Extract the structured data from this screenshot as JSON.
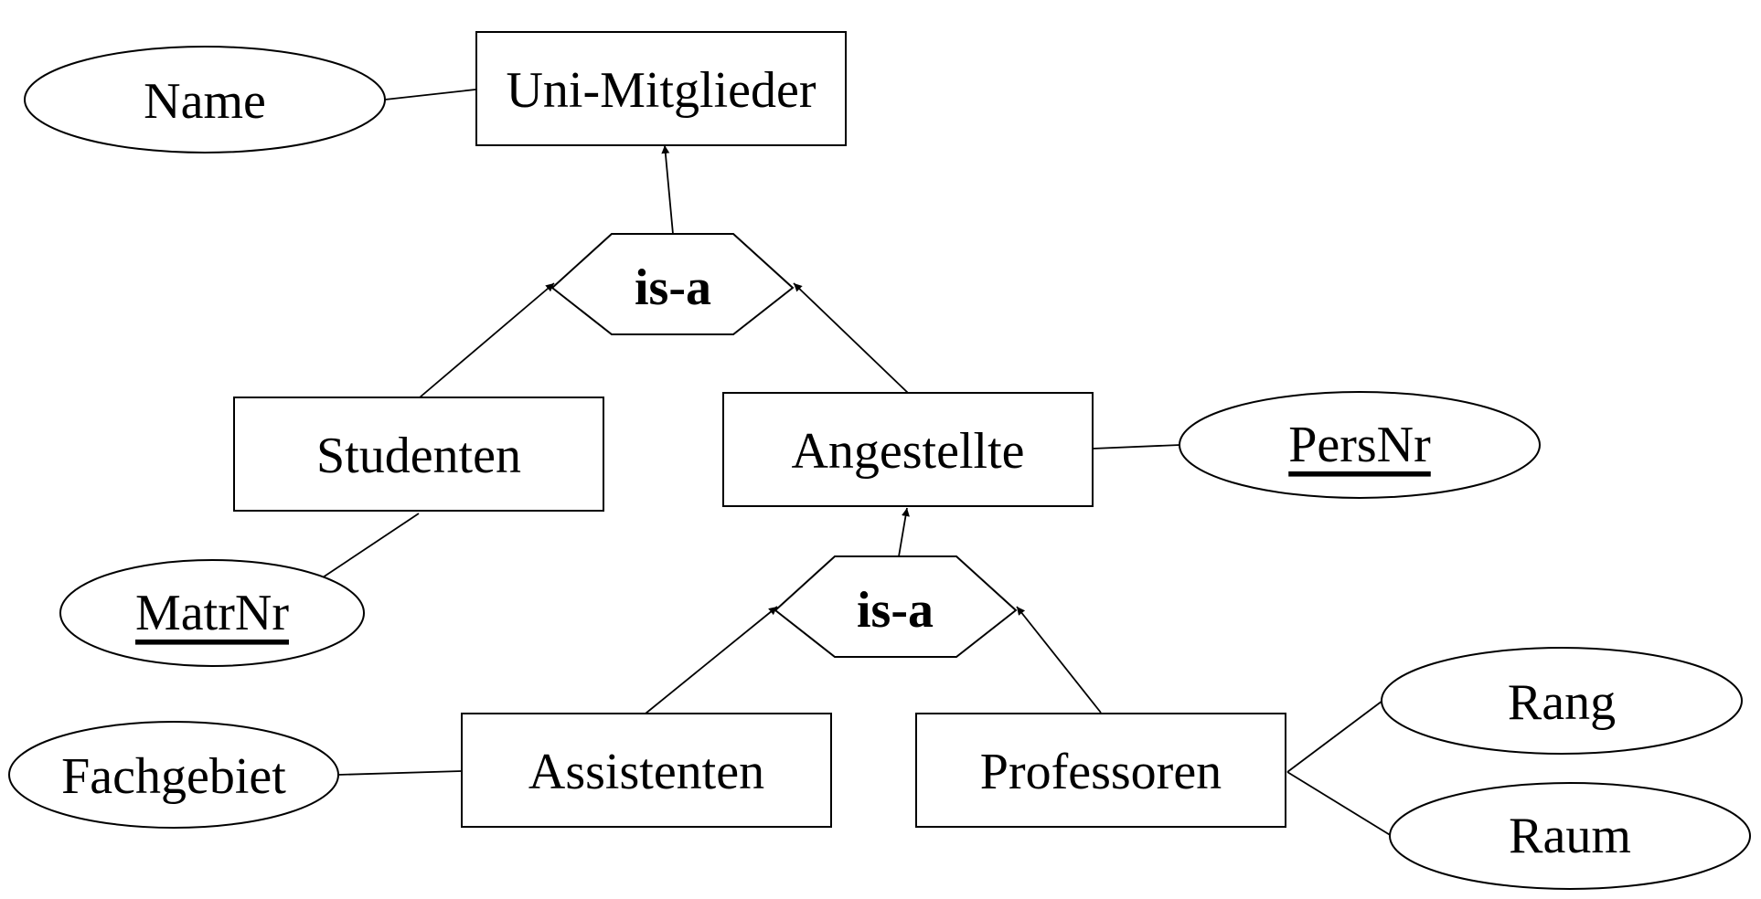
{
  "entities": {
    "uni_mitglieder": "Uni-Mitglieder",
    "studenten": "Studenten",
    "angestellte": "Angestellte",
    "assistenten": "Assistenten",
    "professoren": "Professoren"
  },
  "attributes": {
    "name": "Name",
    "matrnr": "MatrNr",
    "persnr": "PersNr",
    "fachgebiet": "Fachgebiet",
    "rang": "Rang",
    "raum": "Raum"
  },
  "relationships": {
    "isa_top": "is-a",
    "isa_bottom": "is-a"
  },
  "key_attributes": [
    "MatrNr",
    "PersNr"
  ],
  "colors": {
    "stroke": "#000000",
    "fill": "#ffffff",
    "text": "#000000"
  }
}
